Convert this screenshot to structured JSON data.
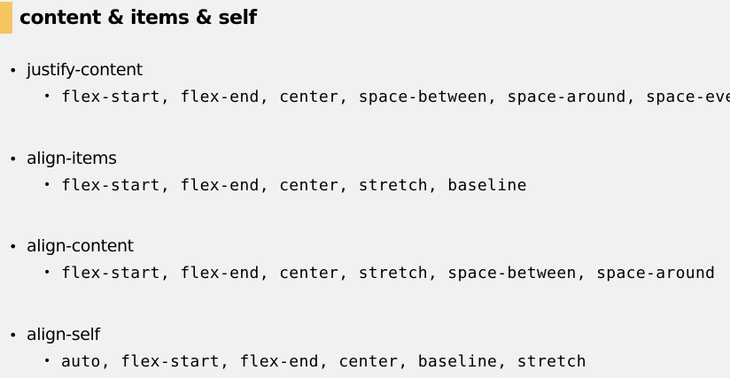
{
  "title": "content & items & self",
  "sections": [
    {
      "name": "justify-content",
      "values": "flex-start, flex-end, center, space-between, space-around, space-evenly"
    },
    {
      "name": "align-items",
      "values": "flex-start, flex-end, center, stretch, baseline"
    },
    {
      "name": "align-content",
      "values": "flex-start, flex-end, center, stretch, space-between, space-around"
    },
    {
      "name": "align-self",
      "values": "auto, flex-start, flex-end, center, baseline, stretch"
    }
  ],
  "colors": {
    "accent": "#f4c561",
    "background": "#f1f1f1"
  }
}
